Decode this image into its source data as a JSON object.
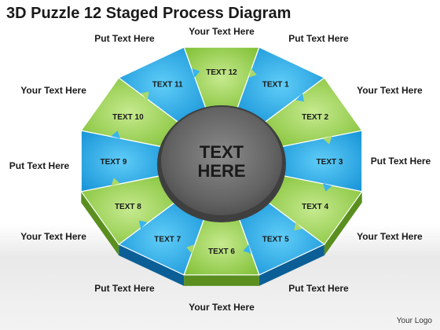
{
  "title": "3D Puzzle 12 Staged Process Diagram",
  "center_text": [
    "TEXT",
    "HERE"
  ],
  "segments": [
    {
      "label": "TEXT 12",
      "color": "green"
    },
    {
      "label": "TEXT 1",
      "color": "blue"
    },
    {
      "label": "TEXT 2",
      "color": "green"
    },
    {
      "label": "TEXT 3",
      "color": "blue"
    },
    {
      "label": "TEXT 4",
      "color": "green"
    },
    {
      "label": "TEXT 5",
      "color": "blue"
    },
    {
      "label": "TEXT 6",
      "color": "green"
    },
    {
      "label": "TEXT 7",
      "color": "blue"
    },
    {
      "label": "TEXT 8",
      "color": "green"
    },
    {
      "label": "TEXT 9",
      "color": "blue"
    },
    {
      "label": "TEXT 10",
      "color": "green"
    },
    {
      "label": "TEXT 11",
      "color": "blue"
    }
  ],
  "outer_labels": [
    "Your Text Here",
    "Put Text Here",
    "Your Text Here",
    "Put Text Here",
    "Your Text Here",
    "Put Text Here",
    "Your Text Here",
    "Put Text Here",
    "Your Text Here",
    "Put Text Here",
    "Your Text Here",
    "Put Text Here"
  ],
  "logo": "Your Logo",
  "colors": {
    "green_light": "#b9e27e",
    "green": "#8cc63f",
    "green_dark": "#5a8f1f",
    "blue_light": "#4fc3f7",
    "blue": "#1a9fe0",
    "blue_dark": "#0b5f96",
    "center": "#6b6b6b",
    "center_border": "#3f3f3f"
  }
}
